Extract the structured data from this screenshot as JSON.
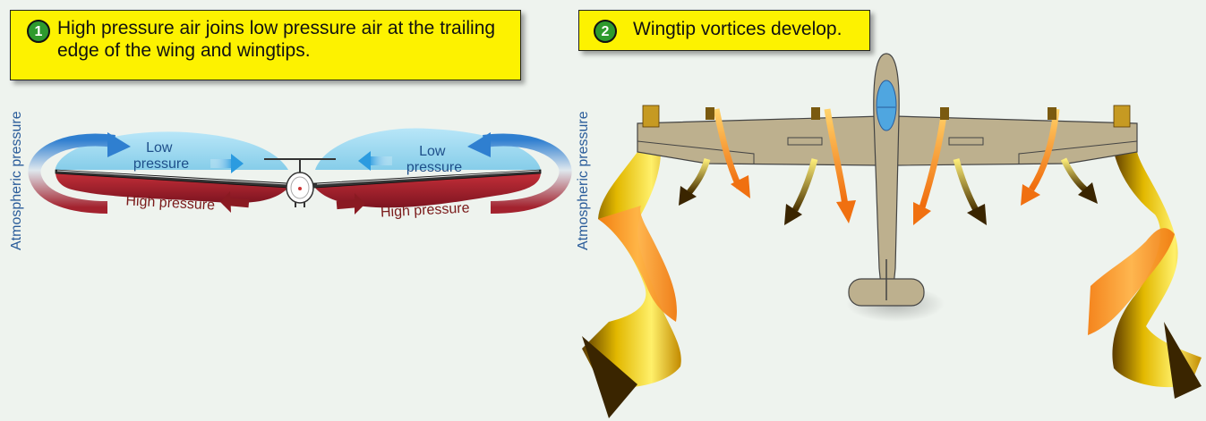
{
  "panel1": {
    "step": "1",
    "caption": "High pressure air joins low pressure air at the trailing edge of the wing and wingtips.",
    "side_label": "Atmospheric pressure",
    "low_label_left": [
      "Low",
      "pressure"
    ],
    "low_label_right": [
      "Low",
      "pressure"
    ],
    "high_label_left": "High pressure",
    "high_label_right": "High pressure"
  },
  "panel2": {
    "step": "2",
    "caption": "Wingtip vortices develop.",
    "side_label": "Atmospheric pressure"
  },
  "colors": {
    "callout": "#fdf200",
    "badge": "#2e9a2e",
    "low_pressure": "#9fd9f2",
    "high_pressure": "#a3222e",
    "low_text": "#1e4f8a",
    "high_text": "#7a1a1a",
    "fuselage": "#bdb08e",
    "vortex_gold": "#e8c400",
    "vortex_orange": "#f08c1a"
  }
}
